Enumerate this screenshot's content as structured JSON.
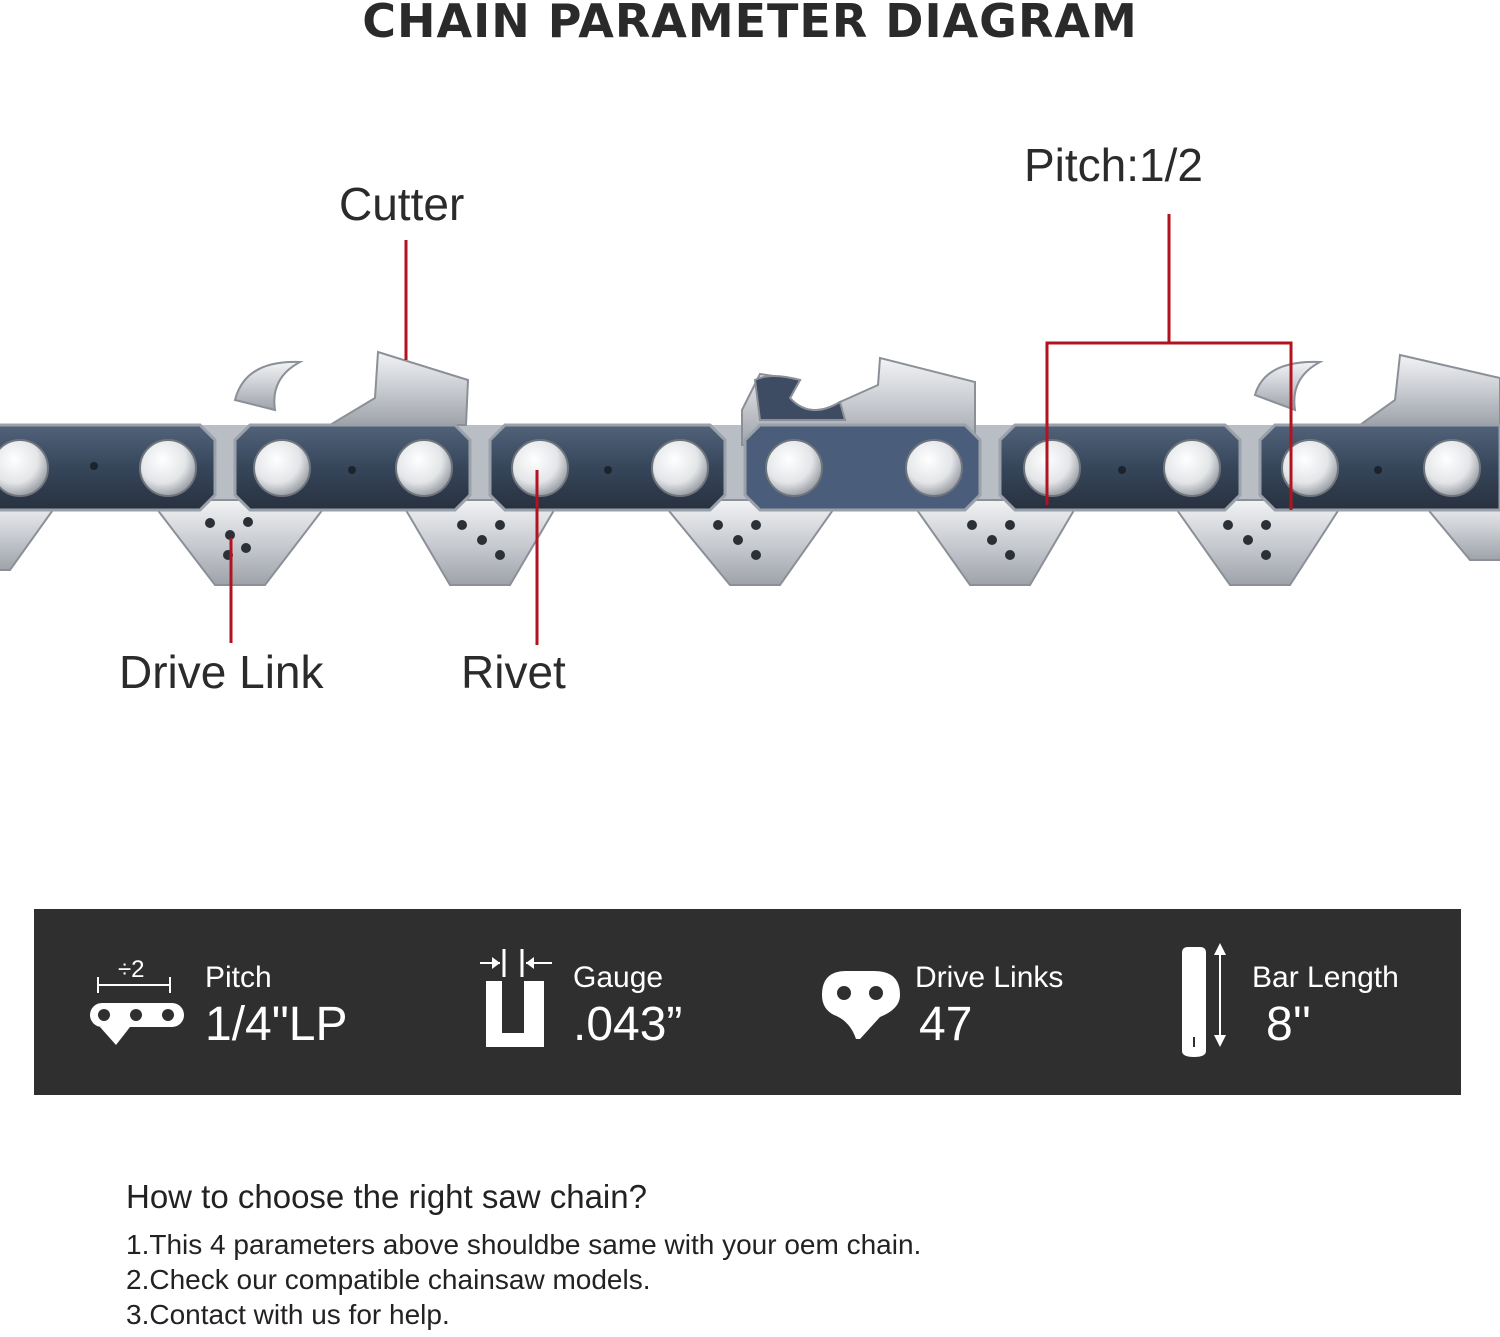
{
  "title": "CHAIN PARAMETER DIAGRAM",
  "labels": {
    "cutter": "Cutter",
    "pitch": "Pitch:1/2",
    "drive_link": "Drive Link",
    "rivet": "Rivet"
  },
  "specs": [
    {
      "name": "Pitch",
      "value": "1/4\"LP",
      "icon": "pitch-icon",
      "icon_text": "÷2"
    },
    {
      "name": "Gauge",
      "value": ".043”",
      "icon": "gauge-icon"
    },
    {
      "name": "Drive Links",
      "value": "47",
      "icon": "drive-link-icon"
    },
    {
      "name": "Bar Length",
      "value": "8''",
      "icon": "bar-length-icon"
    }
  ],
  "guide": {
    "question": "How to choose the right saw chain?",
    "items": [
      "1.This 4 parameters above shouldbe same with your oem chain.",
      "2.Check our compatible chainsaw models.",
      "3.Contact with us for help."
    ]
  },
  "colors": {
    "callout": "#b3121f",
    "side_plate": "#3a4a5e",
    "steel": "#c8ccd2",
    "band": "#2f2f2f"
  }
}
